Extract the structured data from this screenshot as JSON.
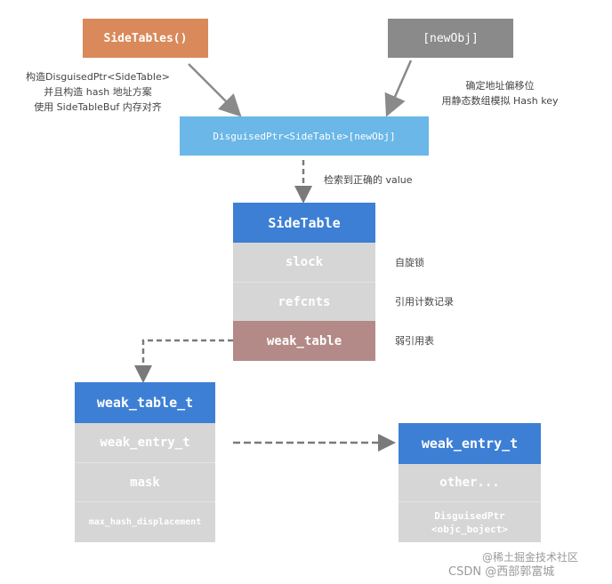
{
  "boxes": {
    "side_tables_fn": "SideTables()",
    "new_obj": "[newObj]",
    "disguised_ptr_index": "DisguisedPtr<SideTable>[newObj]"
  },
  "side_table": {
    "header": "SideTable",
    "fields": [
      "slock",
      "refcnts",
      "weak_table"
    ]
  },
  "weak_table_t": {
    "header": "weak_table_t",
    "fields": [
      "weak_entry_t",
      "mask",
      "max_hash_displacement"
    ]
  },
  "weak_entry_t": {
    "header": "weak_entry_t",
    "fields": [
      "other...",
      "DisguisedPtr",
      "<objc_boject>"
    ]
  },
  "notes": {
    "left": [
      "构造DisguisedPtr<SideTable>",
      "并且构造 hash 地址方案",
      "使用 SideTableBuf 内存对齐"
    ],
    "right": [
      "确定地址偏移位",
      "用静态数组模拟 Hash key"
    ],
    "retrieve": "检索到正确的 value",
    "slock": "自旋锁",
    "refcnts": "引用计数记录",
    "weak_table": "弱引用表"
  },
  "watermark": {
    "line1": "@稀土掘金技术社区",
    "line2": "CSDN @西部郭富城"
  },
  "colors": {
    "orange": "#d9895a",
    "dark_gray": "#8a8a8a",
    "light_blue": "#6ab7e8",
    "table_blue": "#3d7fd4",
    "cell_gray": "#d6d6d6",
    "weak_table_cell": "#b38a87"
  }
}
